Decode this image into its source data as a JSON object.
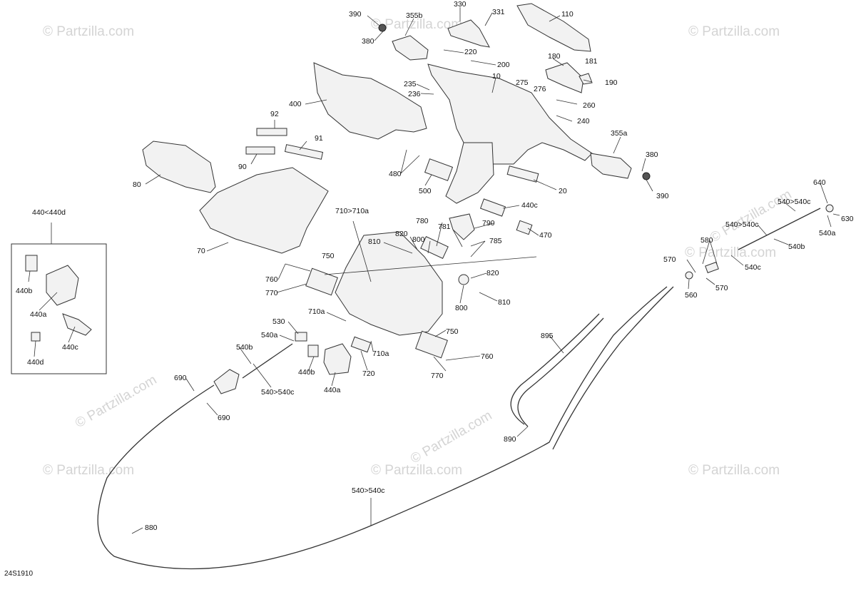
{
  "diagram_code": "24S1910",
  "watermarks": [
    "© Partzilla.com",
    "© Partzilla.com",
    "© Partzilla.com",
    "© Partzilla.com",
    "© Partzilla.com",
    "© Partzilla.com",
    "© Partzilla.com",
    "© Partzilla.com",
    "© Partzilla.com",
    "© Partzilla.com"
  ],
  "callouts": [
    "390",
    "380",
    "355b",
    "330",
    "331",
    "110",
    "220",
    "200",
    "180",
    "181",
    "190",
    "10",
    "235",
    "236",
    "275",
    "276",
    "260",
    "240",
    "400",
    "92",
    "91",
    "90",
    "80",
    "480",
    "500",
    "20",
    "355a",
    "380",
    "390",
    "440<440d",
    "440b",
    "440a",
    "440c",
    "440d",
    "70",
    "710>710a",
    "780",
    "781",
    "790",
    "820",
    "800",
    "810",
    "785",
    "440c",
    "470",
    "750",
    "760",
    "770",
    "710a",
    "530",
    "540a",
    "540b",
    "440b",
    "440a",
    "720",
    "710a",
    "750",
    "760",
    "770",
    "820",
    "800",
    "810",
    "690",
    "690",
    "540>540c",
    "895",
    "890",
    "880",
    "540>540c",
    "640",
    "540>540c",
    "630",
    "540>540c",
    "540a",
    "580",
    "570",
    "540b",
    "540c",
    "570",
    "560"
  ]
}
